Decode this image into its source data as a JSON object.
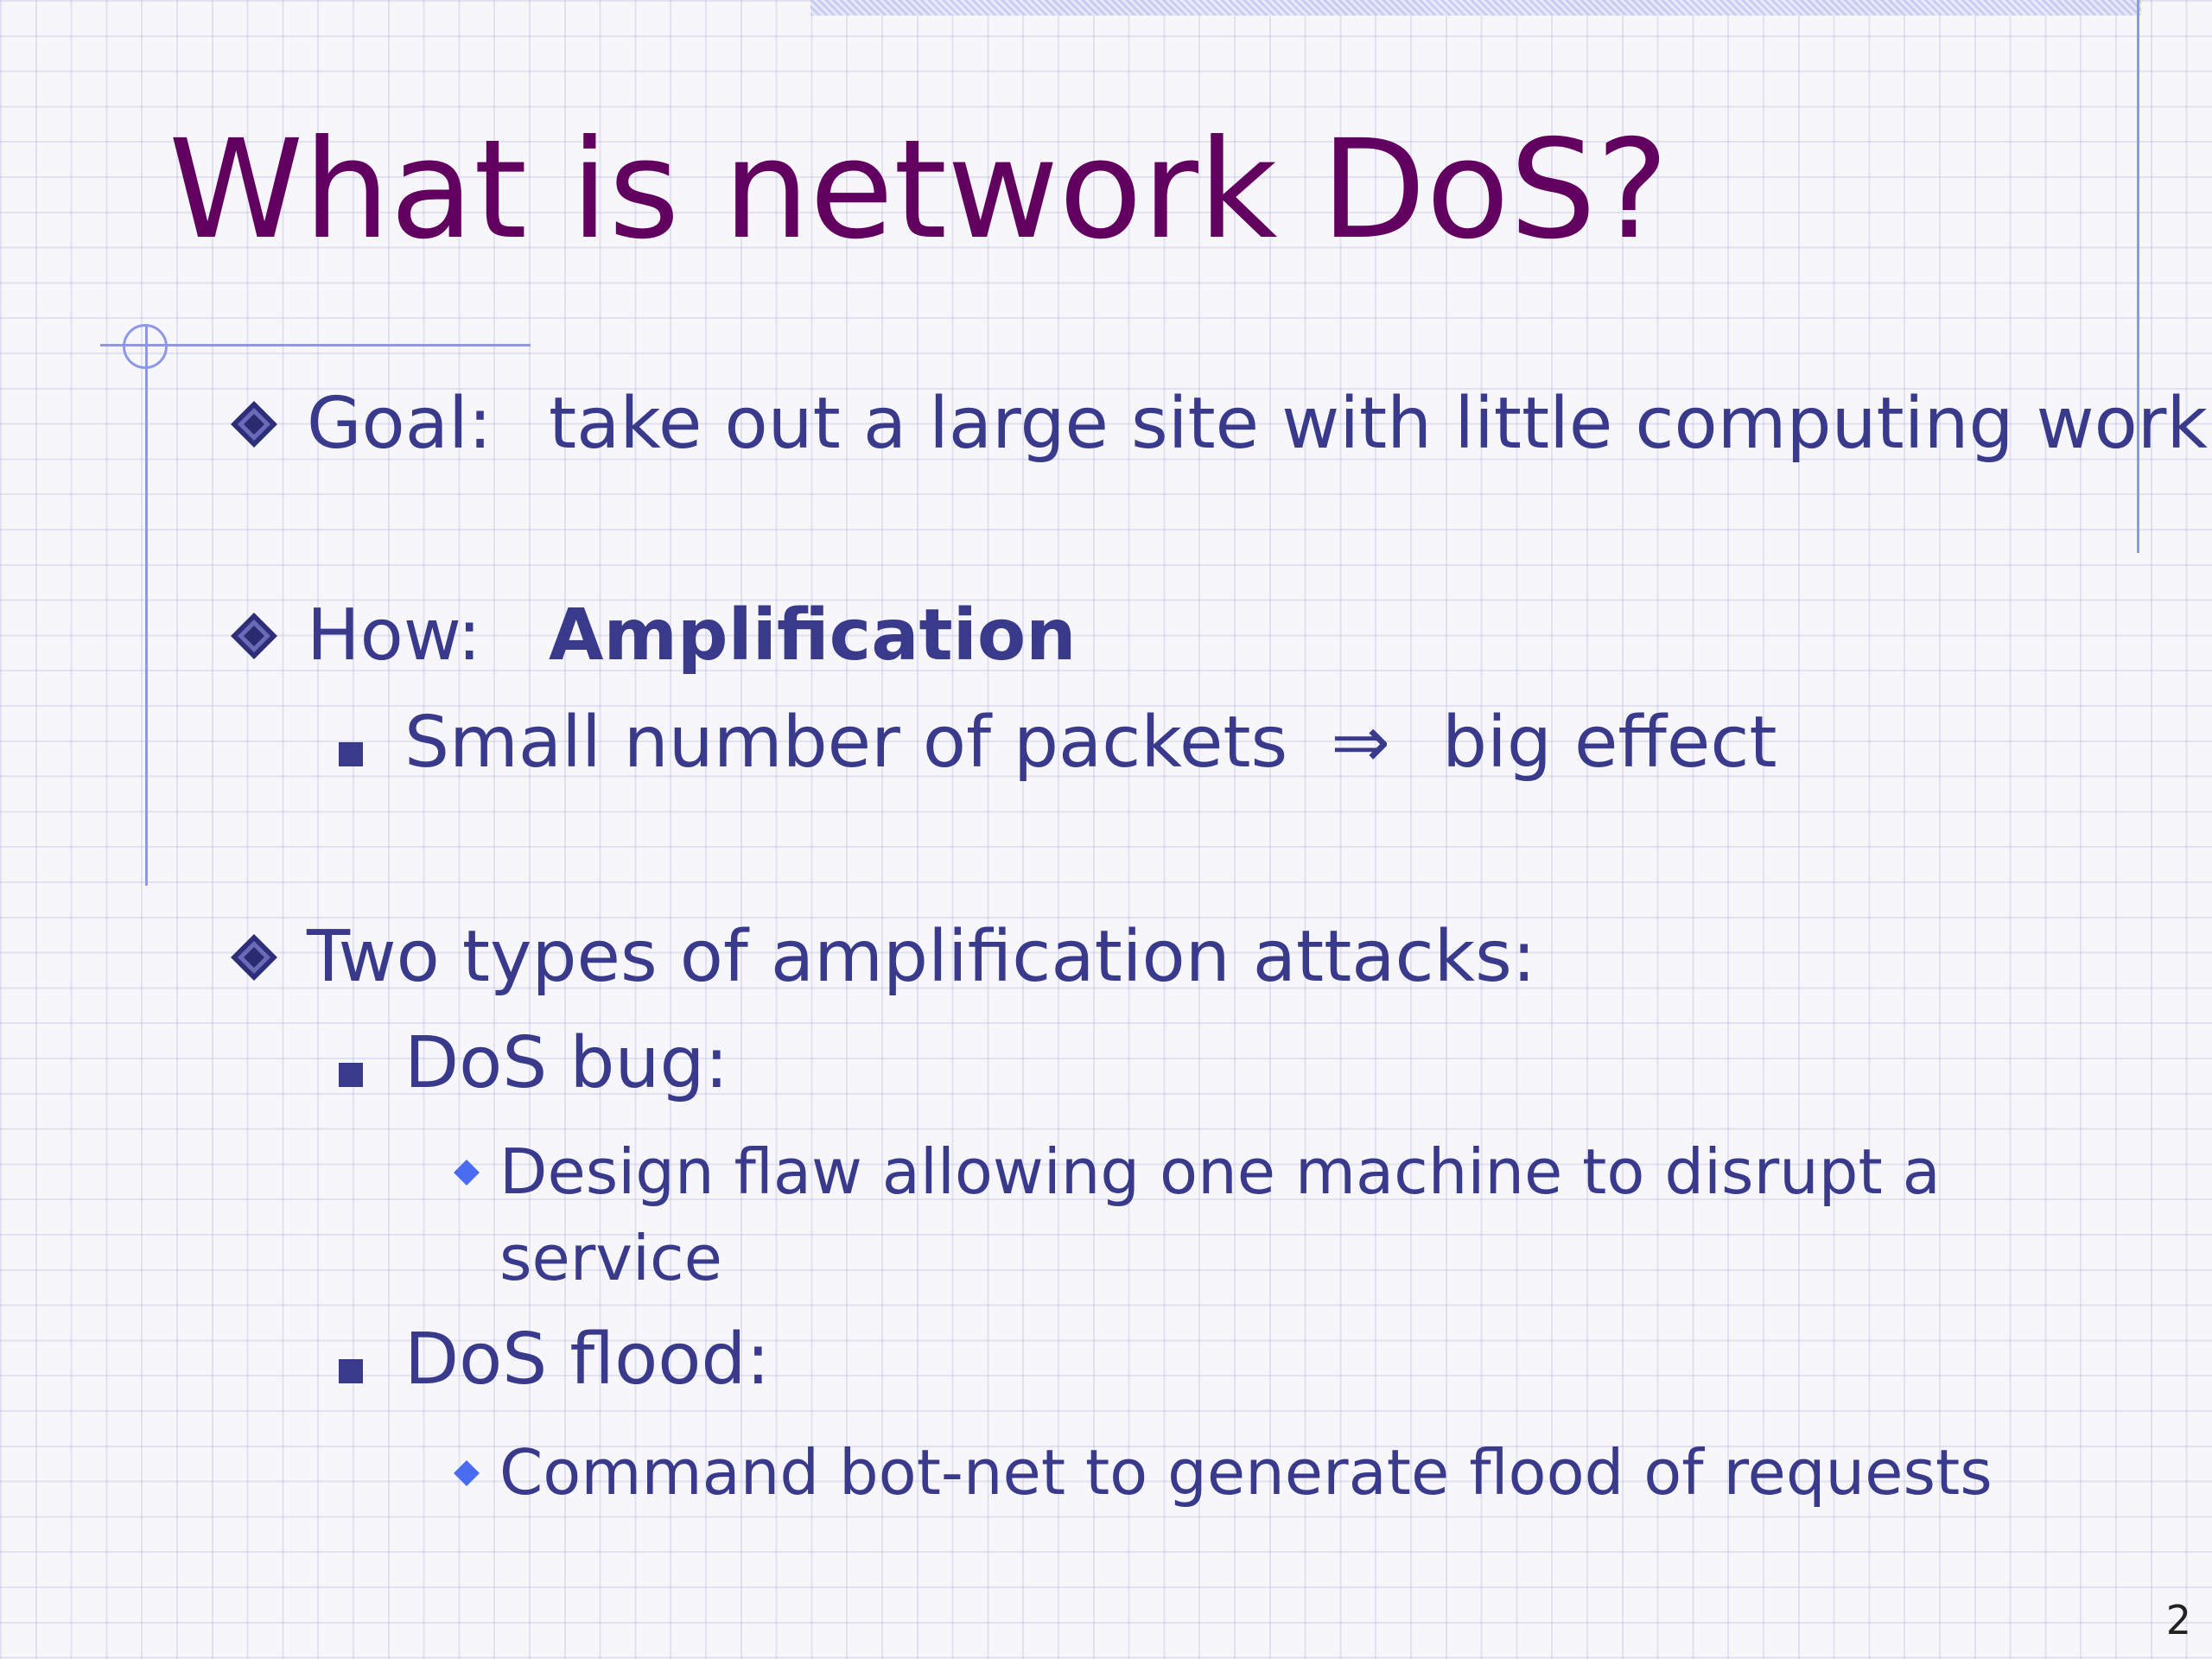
{
  "slide": {
    "title": "What is network DoS?",
    "page_number": "2",
    "goal": {
      "label": "Goal:",
      "text": "take out a large site with little computing work"
    },
    "how": {
      "label": "How:",
      "text": "Amplification",
      "sub": {
        "left": "Small number of packets",
        "arrow": "⇒",
        "right": "big effect"
      }
    },
    "types": {
      "heading": "Two types of amplification attacks:",
      "bug": {
        "label": "DoS bug:",
        "detail_line1": "Design flaw allowing one machine to disrupt a",
        "detail_line2": "service"
      },
      "flood": {
        "label": "DoS flood:",
        "detail": "Command bot-net to generate flood of requests"
      }
    }
  },
  "colors": {
    "title": "#620060",
    "text": "#3a3a8c",
    "accent_line": "#8f98e8",
    "small_bullet": "#4a6cf0"
  },
  "icons": {
    "level1_bullet": "diamond-bullet-icon",
    "level2_bullet": "square-bullet-icon",
    "level3_bullet": "small-diamond-bullet-icon"
  }
}
